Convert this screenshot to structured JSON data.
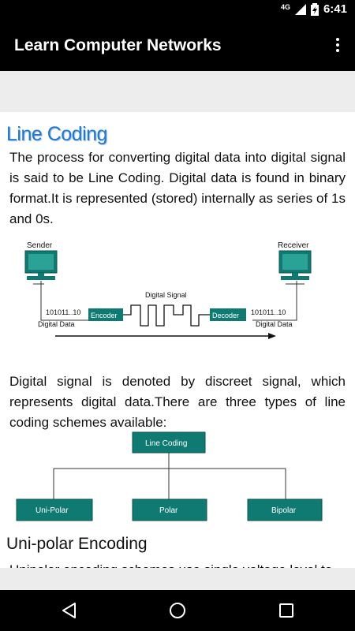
{
  "status_bar": {
    "network": "4G",
    "time": "6:41"
  },
  "app_bar": {
    "title": "Learn Computer Networks"
  },
  "article": {
    "heading": "Line Coding",
    "intro": "The process for converting digital data into digital signal is said to be Line Coding. Digital data is found in binary format.It is represented (stored) internally as series of 1s and 0s.",
    "figure1": {
      "sender_label": "Sender",
      "receiver_label": "Receiver",
      "signal_label": "Digital Signal",
      "encoder_label": "Encoder",
      "decoder_label": "Decoder",
      "left_bits": "101011..10",
      "right_bits": "101011..10",
      "left_data": "Digital Data",
      "right_data": "Digital Data"
    },
    "body": "Digital signal is denoted by discreet signal, which represents digital data.There are three types of line coding schemes available:",
    "figure2": {
      "root": "Line Coding",
      "children": [
        "Uni-Polar",
        "Polar",
        "Bipolar"
      ]
    },
    "subheading": "Uni-polar Encoding",
    "partial_text": "Unipolar encoding schemes use single voltage level to"
  },
  "colors": {
    "teal": "#0f7a72",
    "heading_blue": "#1e78d6"
  }
}
